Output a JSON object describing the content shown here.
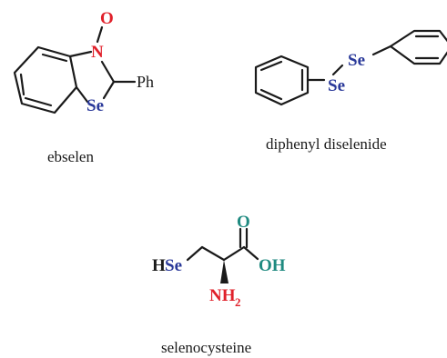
{
  "colors": {
    "bond": "#1a1a1a",
    "oxygen_red": "#e0202a",
    "nitrogen_red": "#e0202a",
    "selenium_blue": "#2b3a9a",
    "carboxyl_teal": "#1f8a80"
  },
  "molecules": [
    {
      "name": "ebselen",
      "atoms": {
        "o": "O",
        "n": "N",
        "se": "Se",
        "ph": "Ph"
      }
    },
    {
      "name": "diphenyl diselenide",
      "atoms": {
        "se1": "Se",
        "se2": "Se"
      }
    },
    {
      "name": "selenocysteine",
      "atoms": {
        "h": "H",
        "se": "Se",
        "o": "O",
        "oh": "OH",
        "nh": "NH",
        "sub": "2"
      }
    }
  ]
}
